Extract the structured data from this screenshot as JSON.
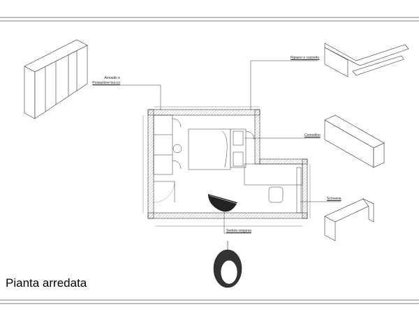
{
  "title": "Pianta arredata",
  "labels": {
    "armadio_line1": "Armadio e",
    "armadio_line2": "Postazione trucco",
    "ripiano": "Ripiano e cassetto",
    "comodino": "Comodino",
    "scrivania": "Scrivania",
    "seduta": "Seduta sospesa"
  }
}
